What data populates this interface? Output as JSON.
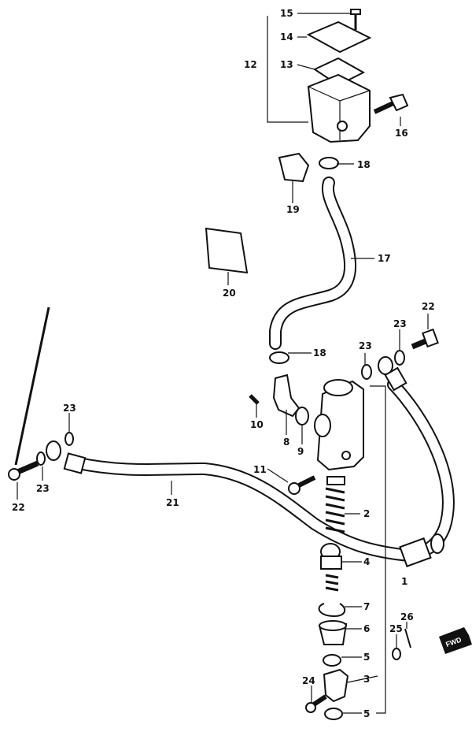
{
  "diagram": {
    "callouts": {
      "c1": "1",
      "c2": "2",
      "c3": "3",
      "c4": "4",
      "c5a": "5",
      "c5b": "5",
      "c6": "6",
      "c7": "7",
      "c8": "8",
      "c9": "9",
      "c10": "10",
      "c11": "11",
      "c12": "12",
      "c13": "13",
      "c14": "14",
      "c15": "15",
      "c16": "16",
      "c17": "17",
      "c18a": "18",
      "c18b": "18",
      "c19": "19",
      "c20": "20",
      "c21": "21",
      "c22a": "22",
      "c22b": "22",
      "c23a": "23",
      "c23b": "23",
      "c23c": "23",
      "c23d": "23",
      "c24": "24",
      "c25": "25",
      "c26": "26"
    },
    "direction_label": "FWD"
  }
}
